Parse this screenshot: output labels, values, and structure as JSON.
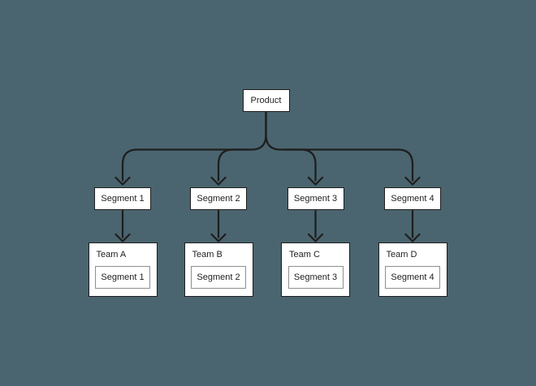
{
  "colors": {
    "canvas_background": "#4a656f",
    "node_fill": "#ffffff",
    "stroke": "#1e1e1e",
    "inner_tag_border": "#8f8f8f",
    "text": "#1e1e1e"
  },
  "diagram": {
    "root": {
      "label": "Product"
    },
    "segments": [
      {
        "label": "Segment 1"
      },
      {
        "label": "Segment 2"
      },
      {
        "label": "Segment 3"
      },
      {
        "label": "Segment 4"
      }
    ],
    "teams": [
      {
        "label": "Team A",
        "tag": "Segment 1"
      },
      {
        "label": "Team B",
        "tag": "Segment 2"
      },
      {
        "label": "Team C",
        "tag": "Segment 3"
      },
      {
        "label": "Team D",
        "tag": "Segment 4"
      }
    ]
  }
}
